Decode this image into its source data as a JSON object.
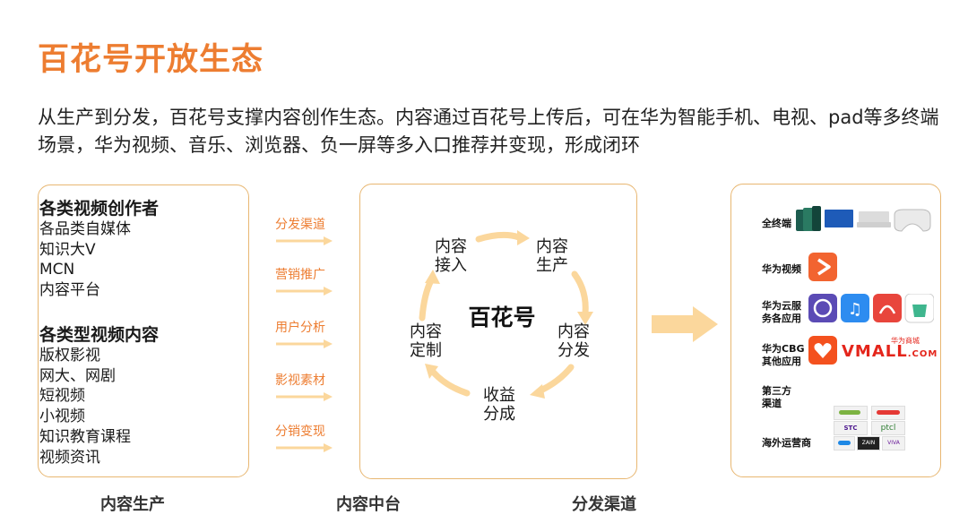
{
  "title": "百花号开放生态",
  "subtitle": "从生产到分发，百花号支撑内容创作生态。内容通过百花号上传后，可在华为智能手机、电视、pad等多终端场景，华为视频、音乐、浏览器、负一屏等多入口推荐并变现，形成闭环",
  "creators": {
    "heading": "各类视频创作者",
    "items": [
      "各品类自媒体",
      "知识大V",
      "MCN",
      "内容平台"
    ]
  },
  "content_types": {
    "heading": "各类型视频内容",
    "items": [
      "版权影视",
      "网大、网剧",
      "短视频",
      "小视频",
      "知识教育课程",
      "视频资讯"
    ]
  },
  "channels": [
    "分发渠道",
    "营销推广",
    "用户分析",
    "影视素材",
    "分销变现"
  ],
  "cycle": {
    "center": "百花号",
    "nodes": [
      "内容\n接入",
      "内容\n生产",
      "内容\n分发",
      "收益\n分成",
      "内容\n定制"
    ]
  },
  "distribution": {
    "rows": [
      "全终端",
      "华为视频",
      "华为云服\n务各应用",
      "华为CBG\n其他应用",
      "第三方\n渠道",
      "海外运营商"
    ],
    "vmall": "VMALL",
    "vmall_com": ".COM",
    "vmall_cn": "华为商城",
    "ptcl": "ptcl",
    "stc": "STC",
    "zain": "ZAIN",
    "viva": "VIVA"
  },
  "bottom_labels": [
    "内容生产",
    "内容中台",
    "分发渠道"
  ],
  "colors": {
    "accent": "#ed7d31",
    "box_border": "#e8b772",
    "arrow": "#fbd79c"
  }
}
